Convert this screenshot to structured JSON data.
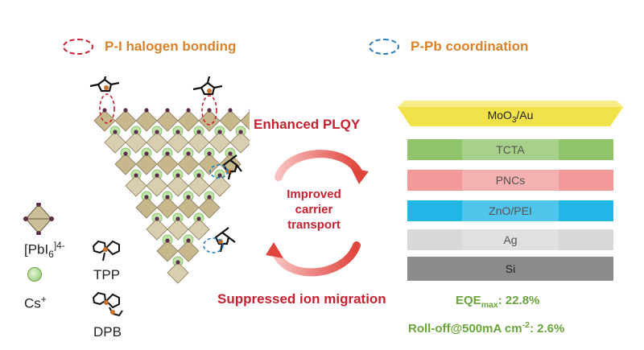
{
  "legend": {
    "halogen": {
      "label": "P-I halogen bonding",
      "color": "#c4222f"
    },
    "coordination": {
      "label": "P-Pb coordination",
      "color": "#2a7cc0"
    }
  },
  "center": {
    "top": "Enhanced PLQY",
    "mid_lines": [
      "Improved",
      "carrier",
      "transport"
    ],
    "bottom": "Suppressed ion migration"
  },
  "species": {
    "octahedron_label": "[PbI",
    "octahedron_sub": "6",
    "octahedron_sup": "]4-",
    "cs_label": "Cs",
    "cs_sup": "+",
    "tpp_label": "TPP",
    "dpb_label": "DPB"
  },
  "device_layers": [
    {
      "name": "MoO",
      "sub": "3",
      "rest": "/Au",
      "color": "#f2e24a"
    },
    {
      "name": "TCTA",
      "color": "#8fc46a"
    },
    {
      "name": "PNCs",
      "color": "#f29a9a"
    },
    {
      "name": "ZnO/PEI",
      "color": "#21b6e8"
    },
    {
      "name": "Ag",
      "color": "#d8d8d8"
    },
    {
      "name": "Si",
      "color": "#8c8c8c"
    }
  ],
  "metrics": {
    "eqe_label": "EQE",
    "eqe_sub": "max",
    "eqe_value": ": 22.8%",
    "rolloff_label": "Roll-off@500mA cm",
    "rolloff_sup": "-2",
    "rolloff_value": ": 2.6%"
  }
}
